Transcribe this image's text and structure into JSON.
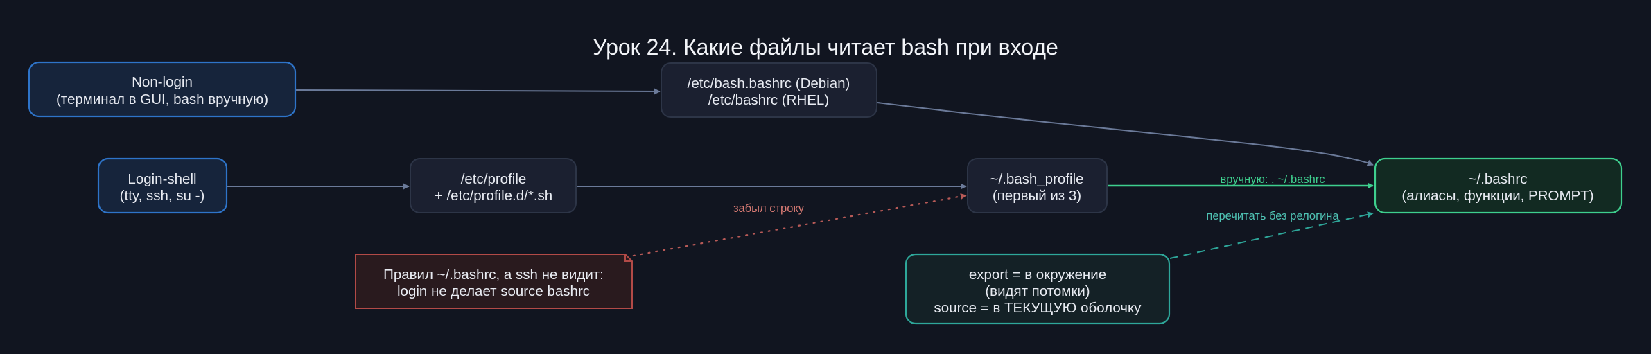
{
  "title": "Урок 24. Какие файлы читает bash при входе",
  "colors": {
    "background": "#111520",
    "edge_default": "#6b7a99",
    "edge_manual": "#3ecf8e",
    "edge_reread": "#2ea79a",
    "edge_warning": "#b85a57",
    "shell_border": "#2e74c9",
    "shell_fill": "#16243b",
    "file_border": "#2d3547",
    "file_fill": "#1b2030",
    "target_border": "#3ecf8e",
    "target_fill": "#122a22",
    "note_border": "#b24a47",
    "note_fill": "#291a1e",
    "info_border": "#2ea79a",
    "info_fill": "#142126"
  },
  "nodes": {
    "nonlogin": {
      "line1": "Non-login",
      "line2": "(терминал в GUI, bash вручную)"
    },
    "bashrc_global": {
      "line1": "/etc/bash.bashrc (Debian)",
      "line2": "/etc/bashrc (RHEL)"
    },
    "login": {
      "line1": "Login-shell",
      "line2": "(tty, ssh, su -)"
    },
    "profile": {
      "line1": "/etc/profile",
      "line2": "+ /etc/profile.d/*.sh"
    },
    "bash_profile": {
      "line1": "~/.bash_profile",
      "line2": "(первый из 3)"
    },
    "user_bashrc": {
      "line1": "~/.bashrc",
      "line2": "(алиасы, функции, PROMPT)"
    },
    "warning_note": {
      "line1": "Правил ~/.bashrc, а ssh не видит:",
      "line2": "login не делает source bashrc"
    },
    "export_note": {
      "line1": "export = в окружение",
      "line2": "(видят потомки)",
      "line3": "source = в ТЕКУЩУЮ оболочку"
    }
  },
  "edges": {
    "manual_label": "вручную: . ~/.bashrc",
    "forgot_label": "забыл строку",
    "reread_label": "перечитать без релогина"
  }
}
